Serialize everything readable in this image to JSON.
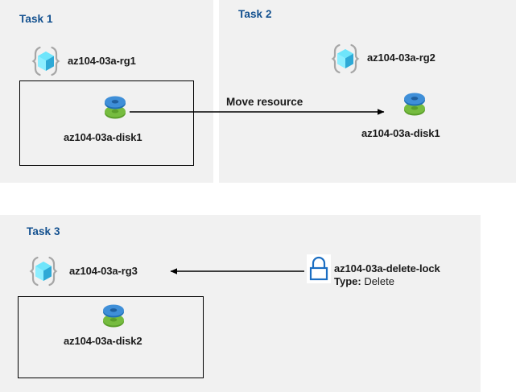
{
  "diagram": {
    "title": "Azure resource group tasks diagram",
    "background_color": "#ffffff",
    "panel_color": "#f1f1f1",
    "heading_color": "#12508f",
    "box_border_color": "#000000",
    "connector_color": "#000000",
    "lock_icon_color": "#1b6ec2",
    "rg_icon_cube_color": "#50e6ff",
    "disk_icon_top_color": "#3a8fd6",
    "disk_icon_bottom_color": "#6aab3f"
  },
  "panels": [
    {
      "id": "task1",
      "heading": "Task 1",
      "resource_group": {
        "icon": "resource-group-icon",
        "label": "az104-03a-rg1"
      },
      "box": {
        "resource": {
          "icon": "disk-icon",
          "label": "az104-03a-disk1"
        }
      }
    },
    {
      "id": "task2",
      "heading": "Task 2",
      "resource_group": {
        "icon": "resource-group-icon",
        "label": "az104-03a-rg2"
      },
      "box": {
        "resource": {
          "icon": "disk-icon",
          "label": "az104-03a-disk1"
        }
      }
    },
    {
      "id": "task3",
      "heading": "Task 3",
      "resource_group": {
        "icon": "resource-group-icon",
        "label": "az104-03a-rg3"
      },
      "box": {
        "resource": {
          "icon": "disk-icon",
          "label": "az104-03a-disk2"
        }
      },
      "lock": {
        "icon": "lock-icon",
        "name": "az104-03a-delete-lock",
        "type_key": "Type:",
        "type_value": "Delete"
      }
    }
  ],
  "connectors": [
    {
      "id": "move-resource",
      "label": "Move resource",
      "from": "az104-03a-disk1 (Task 1)",
      "to": "az104-03a-disk1 (Task 2)",
      "direction": "left-to-right"
    },
    {
      "id": "delete-lock-applies-to",
      "label": "",
      "from": "az104-03a-delete-lock",
      "to": "az104-03a-rg3",
      "direction": "right-to-left"
    }
  ]
}
